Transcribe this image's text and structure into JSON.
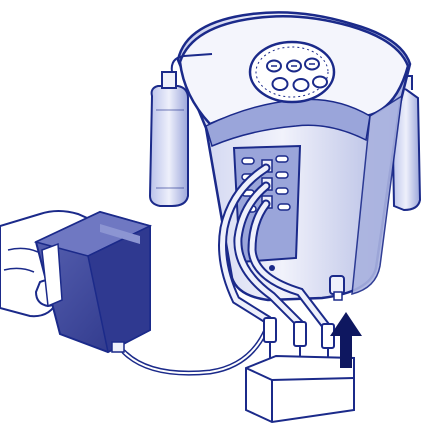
{
  "colors": {
    "outline": "#1b2a8a",
    "fill_light": "#eef0fb",
    "fill_mid": "#c9cfee",
    "fill_shade": "#9aa5da",
    "fill_dark": "#3f4aa0",
    "arrow": "#0e1760",
    "box": "#ffffff"
  },
  "parts": {
    "device": "ink-refill-station",
    "control_panel": "round-button-panel",
    "bottles": [
      "left-ink-bottle",
      "right-ink-bottle"
    ],
    "cartridge": "inkjet-cartridge",
    "tubes": [
      "tube-1",
      "tube-2",
      "tube-3"
    ],
    "base_box": "drain-box",
    "indicator": "upward-arrow"
  }
}
